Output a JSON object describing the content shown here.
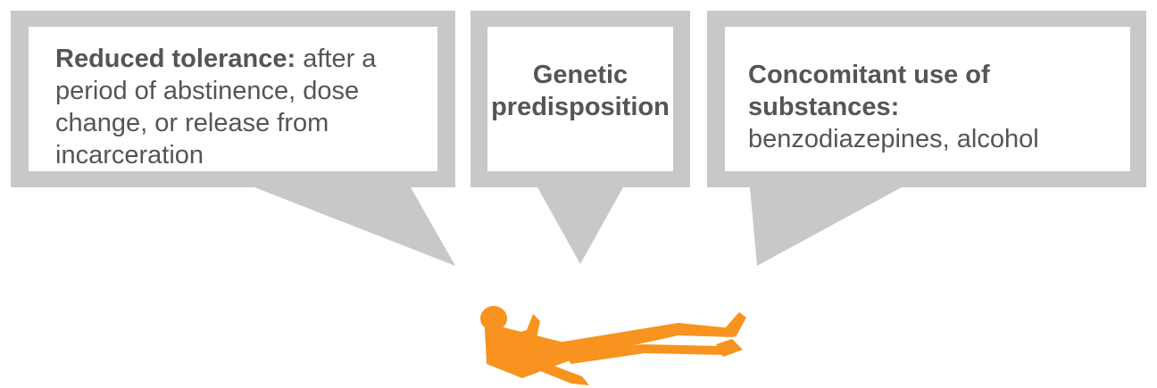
{
  "callouts": {
    "left": {
      "heading": "Reduced tolerance:",
      "body": "after a period of abstinence, dose change, or release from incarceration"
    },
    "middle": {
      "heading_line1": "Genetic",
      "heading_line2": "predisposition"
    },
    "right": {
      "heading": "Concomitant use of substances:",
      "body": "benzodiazepines, alcohol"
    }
  },
  "figure": {
    "icon": "person-lying-down-icon"
  },
  "colors": {
    "callout_border": "#c8c8c8",
    "callout_fill": "#ffffff",
    "text": "#555555",
    "figure": "#f7931e"
  }
}
